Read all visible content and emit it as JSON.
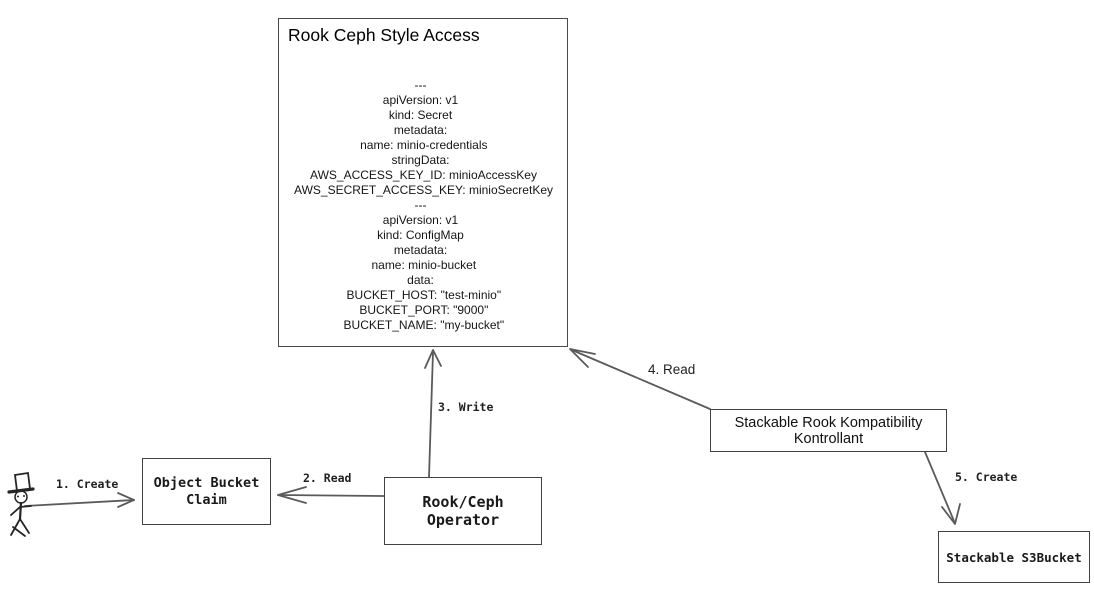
{
  "diagram": {
    "big_box": {
      "title": "Rook Ceph Style Access",
      "yaml": "---\napiVersion: v1\nkind: Secret\nmetadata:\n  name: minio-credentials\nstringData:\n  AWS_ACCESS_KEY_ID: minioAccessKey\n  AWS_SECRET_ACCESS_KEY: minioSecretKey\n---\napiVersion: v1\nkind: ConfigMap\nmetadata:\n  name: minio-bucket\ndata:\n  BUCKET_HOST: \"test-minio\"\n  BUCKET_PORT: \"9000\"\n  BUCKET_NAME: \"my-bucket\""
    },
    "nodes": {
      "object_bucket_claim": "Object Bucket\nClaim",
      "operator": "Rook/Ceph Operator",
      "kontrollant": "Stackable Rook Kompatibility Kontrollant",
      "s3bucket": "Stackable S3Bucket"
    },
    "edges": {
      "e1": "1. Create",
      "e2": "2. Read",
      "e3": "3. Write",
      "e4": "4. Read",
      "e5": "5. Create"
    },
    "actor": "user",
    "colors": {
      "background": "#ffffff",
      "box_border": "#424242",
      "arrow": "#5a5a5a",
      "text": "#1a1a1a"
    }
  }
}
